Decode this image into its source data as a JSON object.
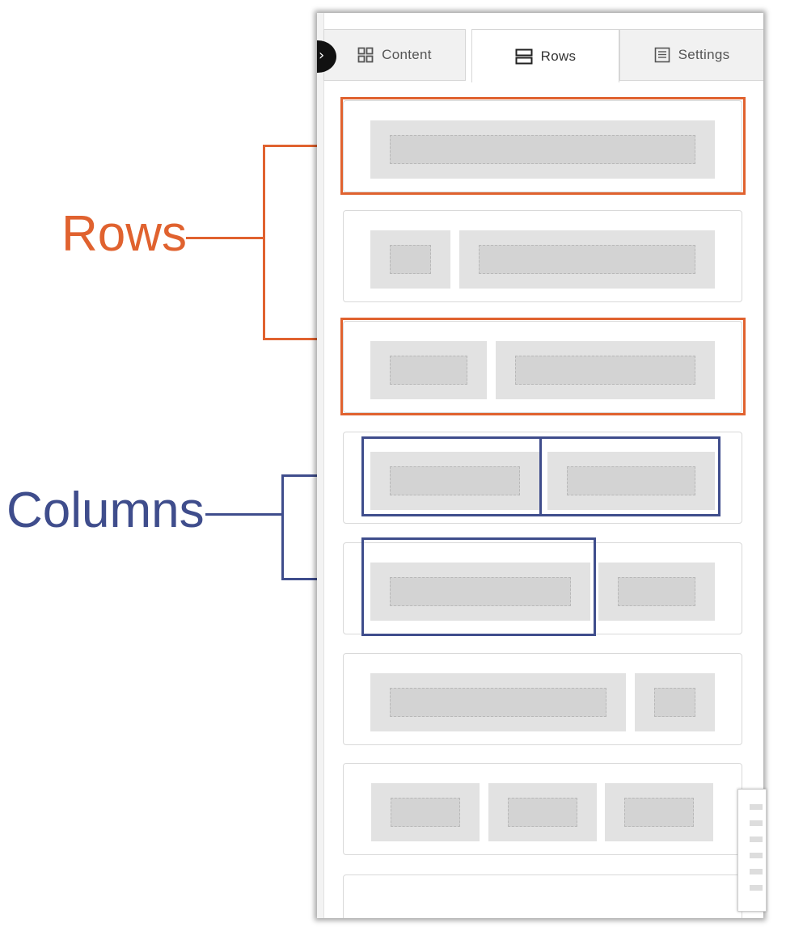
{
  "tabs": [
    {
      "label": "Content",
      "icon": "grid-icon"
    },
    {
      "label": "Rows",
      "icon": "rows-icon",
      "active": true
    },
    {
      "label": "Settings",
      "icon": "settings-list-icon"
    }
  ],
  "toggle": {
    "glyph": "›"
  },
  "annotations": {
    "rows_label": "Rows",
    "columns_label": "Columns"
  },
  "colors": {
    "rows_accent": "#e0622f",
    "columns_accent": "#3f4d8c"
  }
}
